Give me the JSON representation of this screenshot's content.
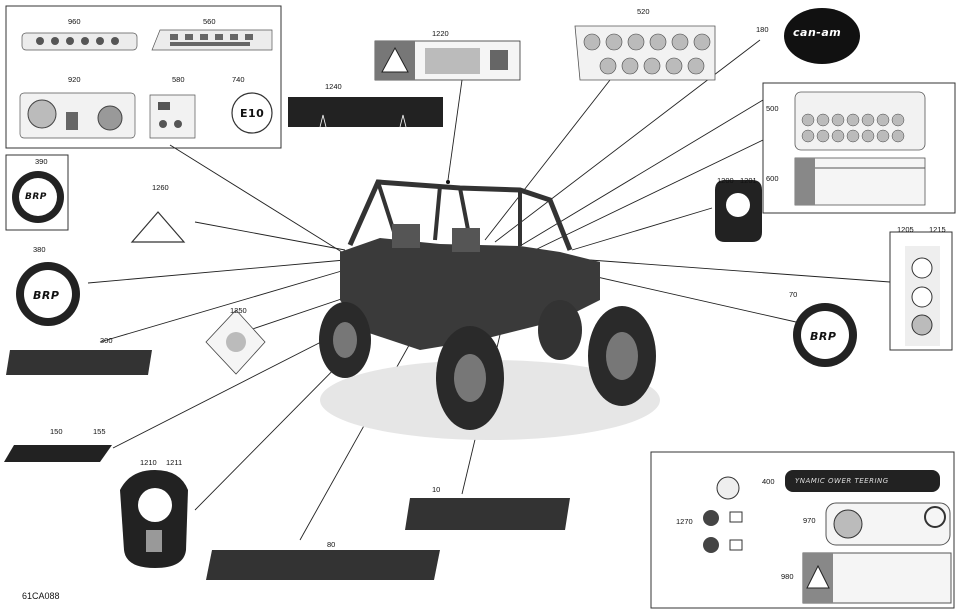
{
  "diagram": {
    "reference_code": "61CA088",
    "callouts": {
      "c960": "960",
      "c560": "560",
      "c920": "920",
      "c580": "580",
      "c740": "740",
      "c1220": "1220",
      "c520": "520",
      "c180": "180",
      "c1240": "1240",
      "c500": "500",
      "c600": "600",
      "c390": "390",
      "c1260": "1260",
      "c1200": "1200",
      "c1201": "1201",
      "c380": "380",
      "c1205": "1205",
      "c1215": "1215",
      "c1250": "1250",
      "c70": "70",
      "c300": "300",
      "c150": "150",
      "c155": "155",
      "c1210": "1210",
      "c1211": "1211",
      "c10": "10",
      "c80": "80",
      "c400": "400",
      "c1270": "1270",
      "c970": "970",
      "c980": "980"
    },
    "labels": {
      "brand_logo": "can-am",
      "brp_logo": "BRP",
      "fuel_label": "E10",
      "dps_decal": "YNAMIC OWER TEERING"
    }
  }
}
